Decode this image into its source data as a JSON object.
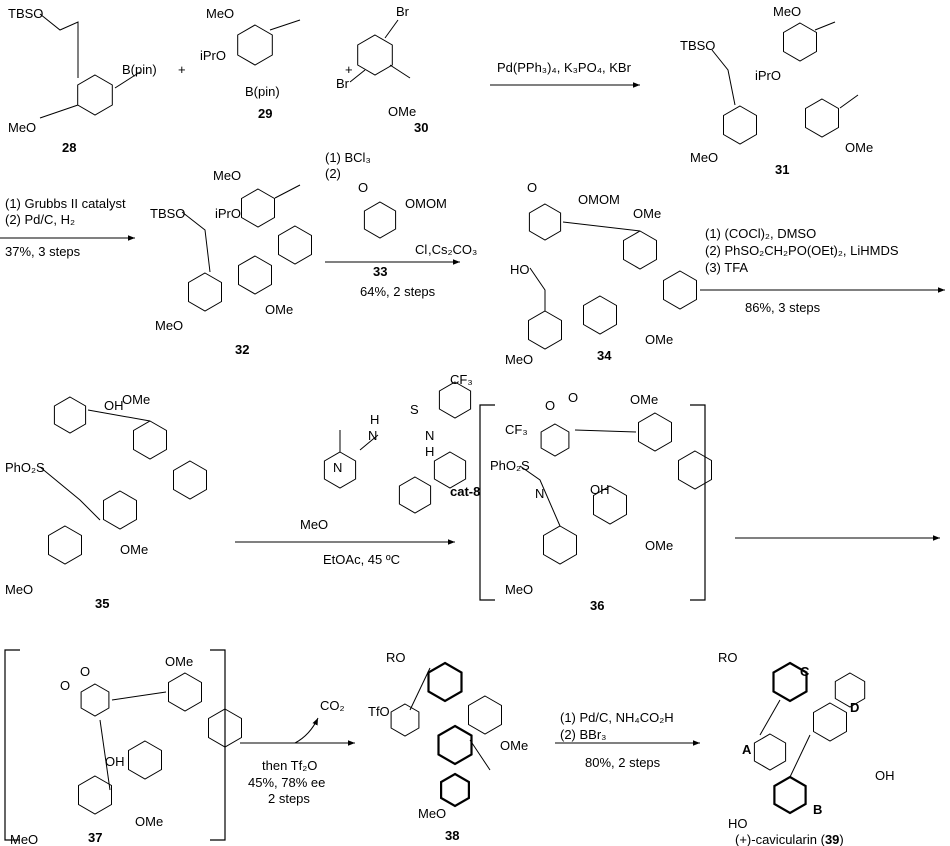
{
  "title": "Total synthesis of (+)-cavicularin",
  "compounds": {
    "c28": {
      "id": "28",
      "labels": [
        "TBSO",
        "B(pin)",
        "MeO"
      ]
    },
    "c29": {
      "id": "29",
      "labels": [
        "MeO",
        "iPrO",
        "B(pin)"
      ]
    },
    "c30": {
      "id": "30",
      "labels": [
        "Br",
        "Br",
        "OMe"
      ]
    },
    "c31": {
      "id": "31",
      "labels": [
        "MeO",
        "TBSO",
        "iPrO",
        "OMe",
        "MeO"
      ]
    },
    "c32": {
      "id": "32",
      "labels": [
        "MeO",
        "TBSO",
        "iPrO",
        "OMe",
        "MeO"
      ]
    },
    "c33": {
      "id": "33",
      "labels": [
        "O",
        "OMOM",
        "Cl",
        ",Cs₂CO₃"
      ]
    },
    "c34": {
      "id": "34",
      "labels": [
        "O",
        "OMOM",
        "OMe",
        "HO",
        "OMe",
        "MeO"
      ]
    },
    "c35": {
      "id": "35",
      "labels": [
        "OH",
        "OMe",
        "PhO₂S",
        "OMe",
        "MeO"
      ]
    },
    "cat8": {
      "id": "cat-8",
      "labels": [
        "S",
        "CF₃",
        "CF₃",
        "H",
        "N",
        "N",
        "H",
        "N",
        "N",
        "MeO"
      ]
    },
    "c36": {
      "id": "36",
      "labels": [
        "O",
        "O",
        "OMe",
        "PhO₂S",
        "OH",
        "OMe",
        "MeO"
      ]
    },
    "c37": {
      "id": "37",
      "labels": [
        "O",
        "O",
        "OMe",
        "OH",
        "OMe",
        "MeO"
      ]
    },
    "c38": {
      "id": "38",
      "labels": [
        "RO",
        "TfO",
        "OMe",
        "MeO"
      ]
    },
    "c39": {
      "name": "(+)-cavicularin (",
      "id": "39",
      "close": ")",
      "labels": [
        "RO",
        "C",
        "D",
        "A",
        "OH",
        "B",
        "HO"
      ]
    }
  },
  "plus": "+",
  "steps": [
    {
      "above": [
        "Pd(PPh₃)₄, K₃PO₄, KBr"
      ],
      "below": []
    },
    {
      "above": [
        "(1) Grubbs II catalyst",
        "(2) Pd/C, H₂"
      ],
      "below": [
        "37%, 3 steps"
      ]
    },
    {
      "above": [
        "(1) BCl₃",
        "(2)"
      ],
      "below": [
        "64%, 2 steps"
      ]
    },
    {
      "above": [
        "(1) (COCl)₂, DMSO",
        "(2) PhSO₂CH₂PO(OEt)₂, LiHMDS",
        "(3) TFA"
      ],
      "below": [
        "86%, 3 steps"
      ]
    },
    {
      "above": [],
      "below": [
        "EtOAc, 45 ºC"
      ]
    },
    {
      "above": [],
      "below": []
    },
    {
      "above": [
        "CO₂"
      ],
      "below": [
        "then Tf₂O",
        "45%, 78% ee",
        "2 steps"
      ]
    },
    {
      "above": [
        "(1) Pd/C, NH₄CO₂H",
        "(2) BBr₃"
      ],
      "below": [
        "80%,  2 steps"
      ]
    }
  ]
}
